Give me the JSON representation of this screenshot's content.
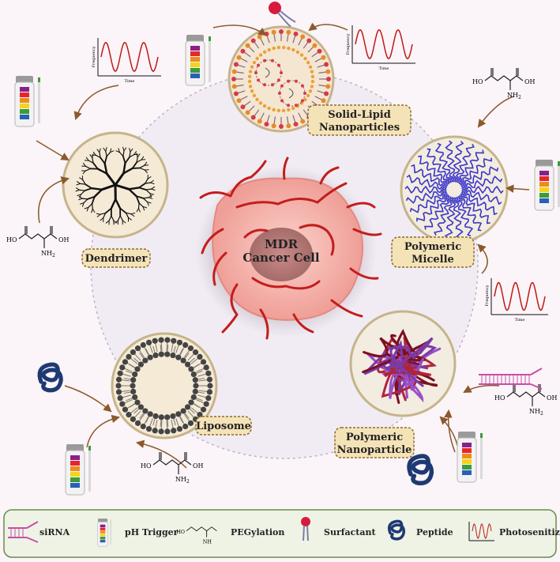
{
  "center": {
    "line1": "MDR",
    "line2": "Cancer Cell"
  },
  "nanocarriers": {
    "sln": {
      "line1": "Solid-Lipid",
      "line2": "Nanoparticles"
    },
    "micelle": {
      "line1": "Polymeric",
      "line2": "Micelle"
    },
    "dendrimer": {
      "line1": "Dendrimer"
    },
    "liposome": {
      "line1": "Liposome"
    },
    "polynp": {
      "line1": "Polymeric",
      "line2": "Nanoparticle"
    }
  },
  "plot_labels": {
    "x": "Time",
    "y": "Frequency"
  },
  "molecule_labels": {
    "ho": "HO",
    "oh": "OH",
    "nh2": "NH",
    "nh2_sub": "2"
  },
  "legend": {
    "sirna": "siRNA",
    "ph": "pH Trigger",
    "peg": "PEGylation",
    "surfactant": "Surfactant",
    "peptide": "Peptide",
    "photo": "Photosenitizer"
  },
  "colors": {
    "background": "#fbf4f8",
    "label_fill": "#f5e3b8",
    "label_border": "#8a6d2a",
    "arrow": "#8a5a2c",
    "legend_fill": "#eef3e6",
    "legend_border": "#6b8c4a",
    "vessel": "#c41d1d",
    "cell": "#f4b4ad",
    "nucleus": "#b47a78",
    "micelle_chain": "#3a36c9",
    "peptide": "#1e3a73",
    "strand_dark": "#7a1020",
    "strand_purple": "#9a4fc6",
    "sirna": "#c84fa8",
    "plot_wave": "#c01818"
  }
}
